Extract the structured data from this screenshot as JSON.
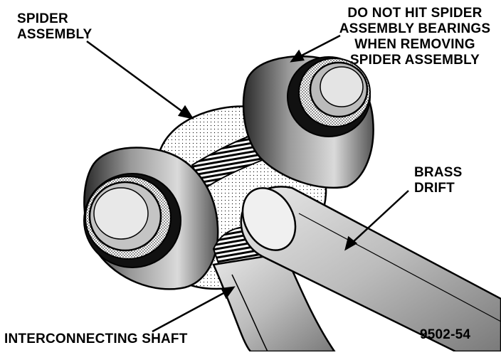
{
  "labels": {
    "spider": [
      "SPIDER",
      "ASSEMBLY"
    ],
    "warning": [
      "DO NOT HIT SPIDER",
      "ASSEMBLY BEARINGS",
      "WHEN REMOVING",
      "SPIDER ASSEMBLY"
    ],
    "drift": [
      "BRASS",
      "DRIFT"
    ],
    "shaft": "INTERCONNECTING SHAFT",
    "figure_number": "9502-54"
  }
}
